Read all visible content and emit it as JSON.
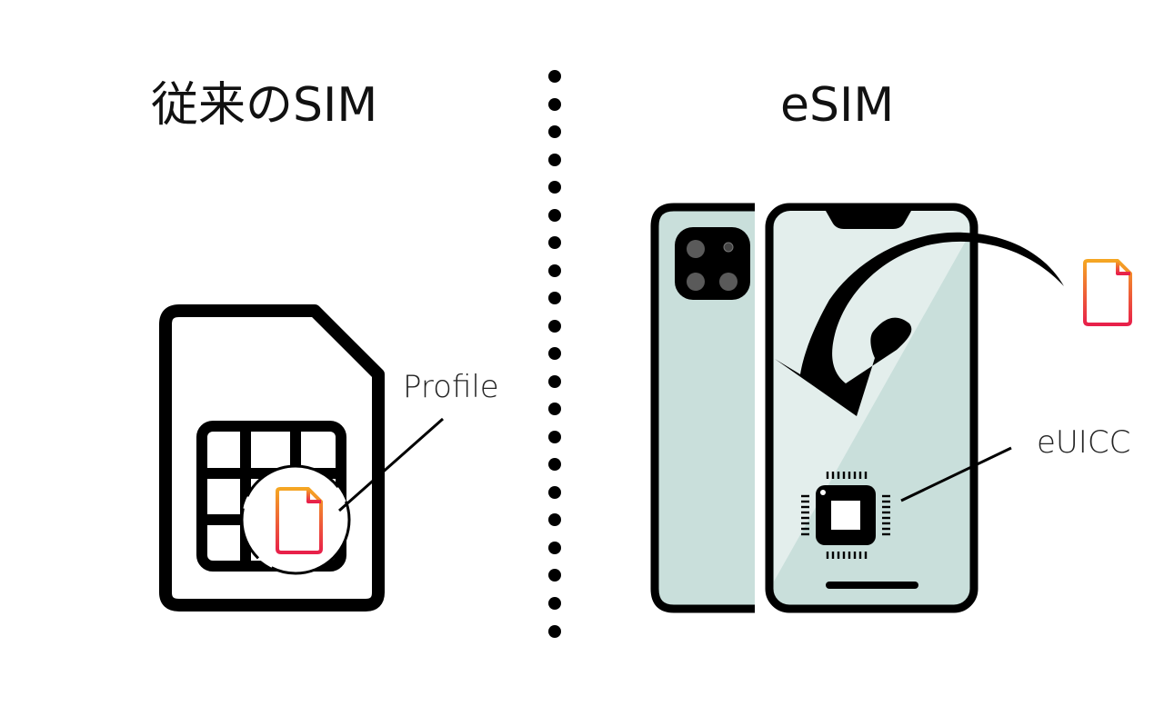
{
  "left_panel": {
    "title": "従来のSIM",
    "callout_label": "Profile",
    "icons": [
      "sim-card-icon",
      "profile-document-icon"
    ]
  },
  "right_panel": {
    "title": "eSIM",
    "callout_label": "eUICC",
    "icons": [
      "smartphone-back-icon",
      "smartphone-front-icon",
      "curved-arrow-icon",
      "chip-icon",
      "profile-document-icon"
    ]
  },
  "colors": {
    "outline": "#000000",
    "phone_body": "#c9dfdb",
    "phone_screen_highlight": "#e3eeec",
    "profile_gradient_start": "#f5a623",
    "profile_gradient_end": "#e8204a",
    "divider": "#000000"
  }
}
